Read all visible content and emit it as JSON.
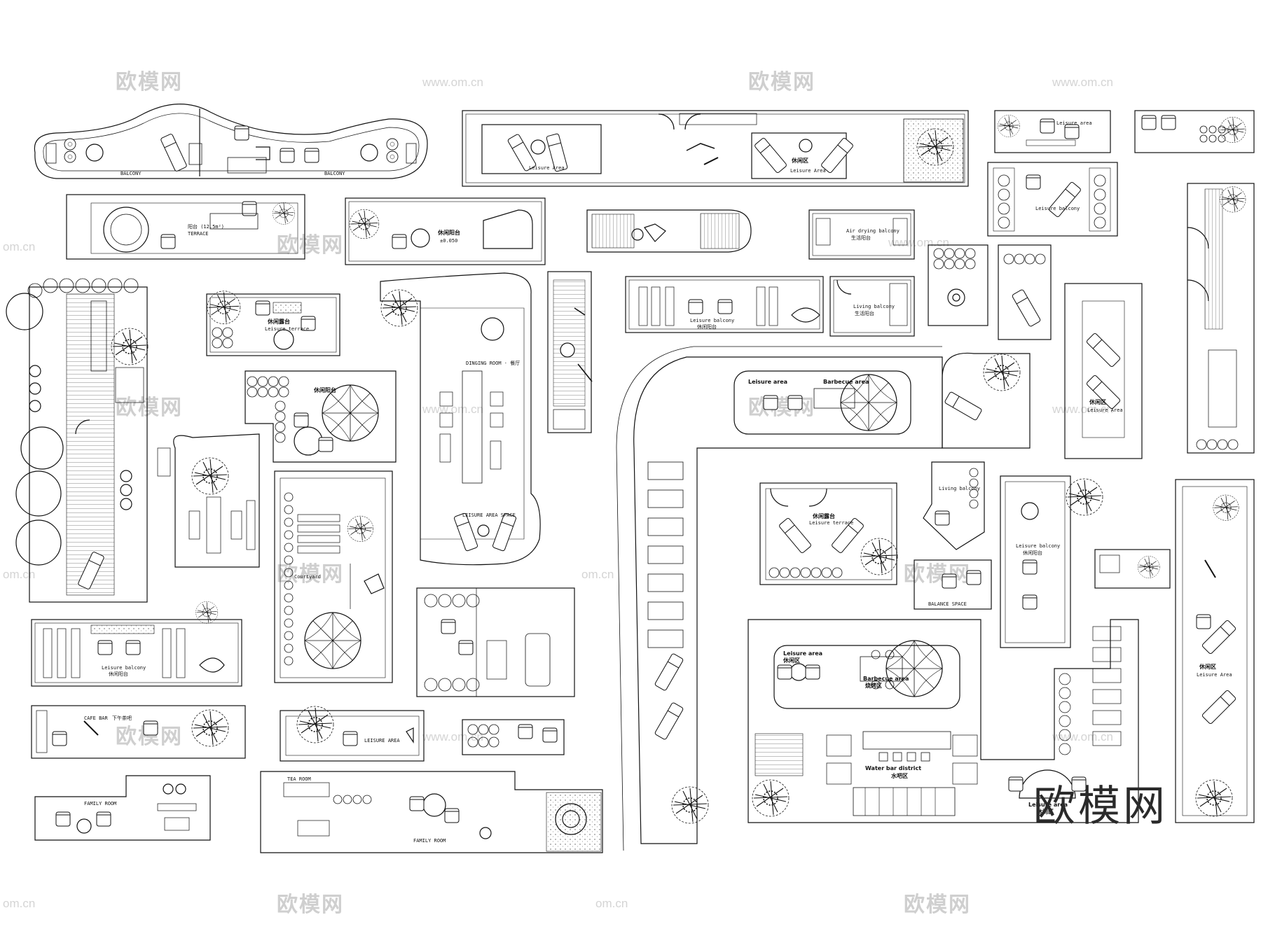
{
  "title": "",
  "colors": {
    "line": "#111111",
    "watermark": "#cfcfcf",
    "background": "#ffffff"
  },
  "logo": {
    "text": "欧模网"
  },
  "watermarks": {
    "brand": "欧模网",
    "url": "www.om.cn",
    "url_cut": "om.cn"
  },
  "labels": {
    "balcony_a": "BALCONY",
    "terrace_cn": "阳台 (12.5m²)",
    "terrace_en": "TERRACE",
    "leisure_balcony_cn": "休闲阳台",
    "level": "±0.050",
    "leisure_area_cn": "休闲区",
    "leisure_area_en": "Leisure Area",
    "leisure_area_lc": "Leisure area",
    "leisure_terrace_en": "Leisure terrace",
    "leisure_terrace_cn": "休闲露台",
    "dining_room": "DINGING ROOM · 餐厅",
    "leisure_area_space": "LEISURE AREA SPACE",
    "courtyard": "Courtyard",
    "leisure_balcony_en": "Leisure balcony",
    "living_balcony_en": "Living balcony",
    "living_balcony_cn": "生活阳台",
    "air_drying": "Air drying balcony",
    "air_drying_cn": "生活阳台",
    "barbecue_area_lc": "Barbecue area",
    "barbecue_cn": "烧烤区",
    "water_bar": "Water bar district",
    "water_bar_cn": "水吧区",
    "cafe_bar": "CAFE BAR",
    "tea_cn": "下午茶吧",
    "family_room": "FAMILY ROOM",
    "tea_room": "TEA ROOM",
    "leisure_area_caps": "LEISURE AREA",
    "balance_space": "BALANCE SPACE",
    "living_balcony_v": "Living balcony",
    "leisure_area_top": "Leisure area",
    "leisure_area_top_cn": "休闲区"
  }
}
